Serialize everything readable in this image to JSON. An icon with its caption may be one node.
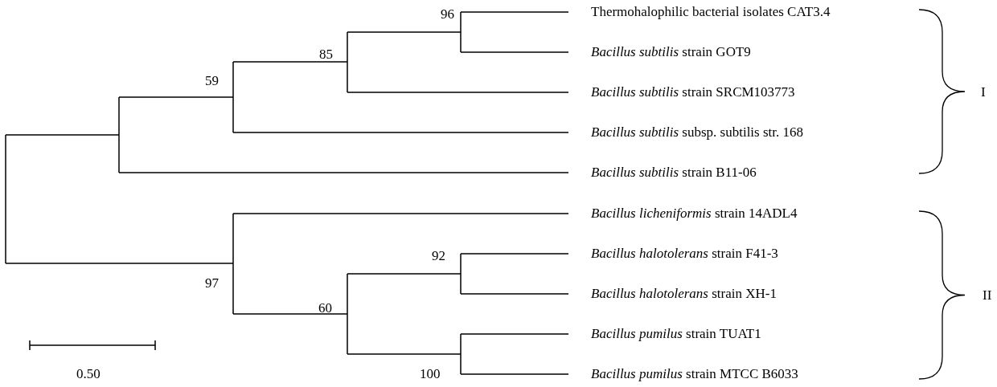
{
  "diagram": {
    "labels": [
      "96",
      "Thermohalophilic bacterial isolates CAT3.4",
      "85",
      "*Bacillus subtilis* strain GOT9",
      "59",
      "*Bacillus subtilis* strain SRCM103773",
      "I",
      "*Bacillus subtilis* subsp. subtilis str. 168",
      "*Bacillus subtilis* strain B11-06",
      "*Bacillus licheniformis* strain 14ADL4",
      "92",
      "*Bacillus halotolerans* strain F41-3",
      "97",
      "*Bacillus halotolerans* strain XH-1",
      "II",
      "60",
      "*Bacillus pumilus* strain TUAT1",
      "0.50",
      "100",
      "*Bacillus pumilus* strain MTCC B6033"
    ]
  }
}
